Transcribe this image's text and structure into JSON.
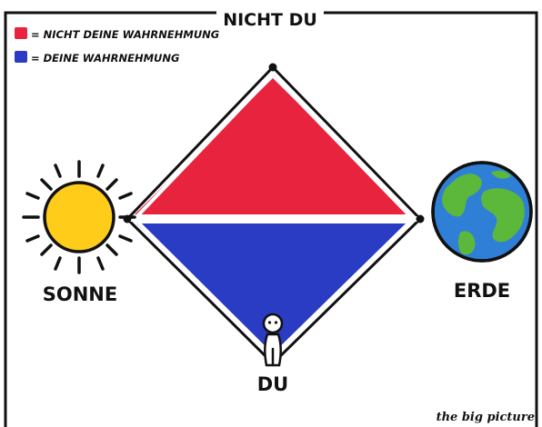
{
  "title": "NICHT DU",
  "legend": [
    {
      "color": "#e8233d",
      "label": "= NICHT DEINE WAHRNEHMUNG"
    },
    {
      "color": "#2a3bc4",
      "label": "= DEINE WAHRNEHMUNG"
    }
  ],
  "labels": {
    "sun": "SONNE",
    "earth": "ERDE",
    "person": "DU"
  },
  "credit": "the big picture",
  "colors": {
    "not_perception": "#e8233d",
    "perception": "#2a3bc4",
    "sun": "#ffcc1a",
    "ocean": "#2f7fd6",
    "land": "#5cb83a"
  },
  "icons": [
    "sun-icon",
    "earth-icon",
    "person-icon"
  ]
}
